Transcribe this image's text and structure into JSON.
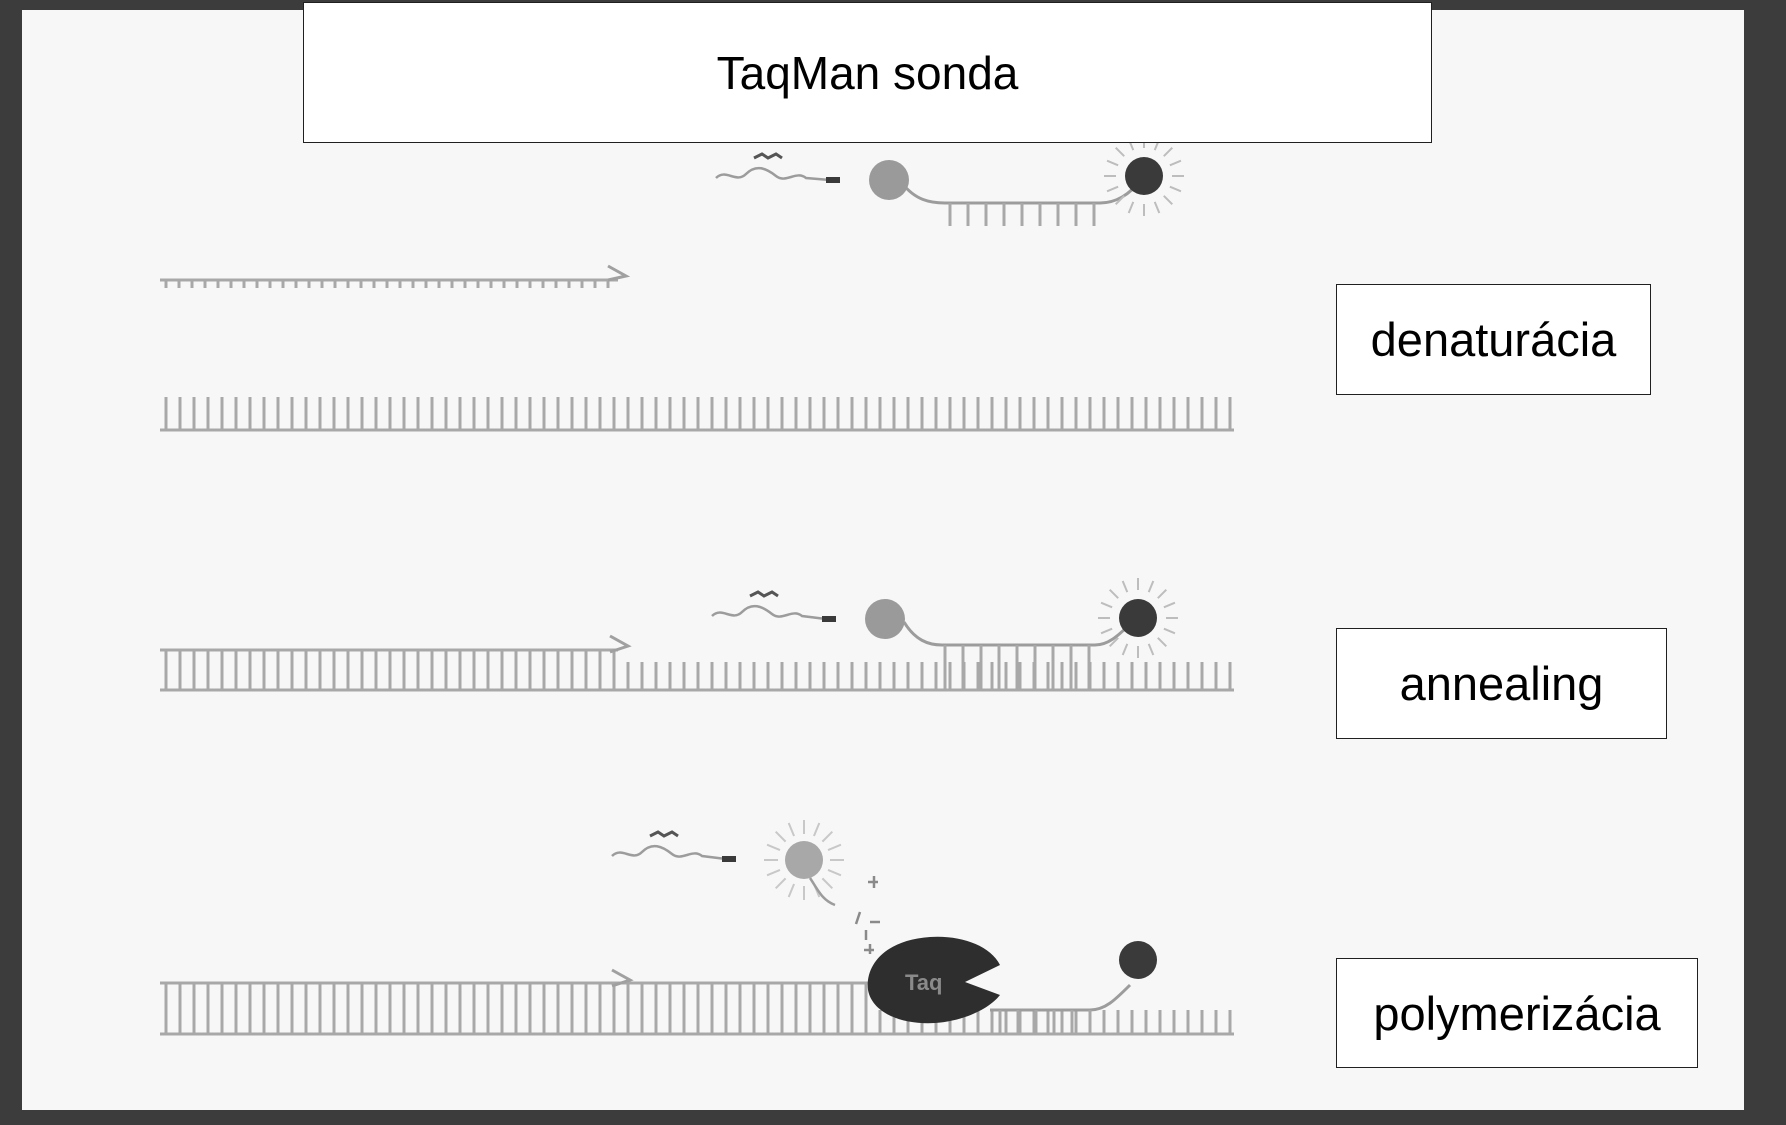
{
  "title": "TaqMan sonda",
  "steps": [
    {
      "label": "denaturácia"
    },
    {
      "label": "annealing"
    },
    {
      "label": "polymerizácia"
    }
  ],
  "enzyme_label": "Taq",
  "colors": {
    "background": "#3c3c3c",
    "panel": "#f7f7f7",
    "strand": "#a8a8a8",
    "reporter": "#9a9a9a",
    "quencher": "#3a3a3a",
    "enzyme": "#2e2e2e"
  }
}
